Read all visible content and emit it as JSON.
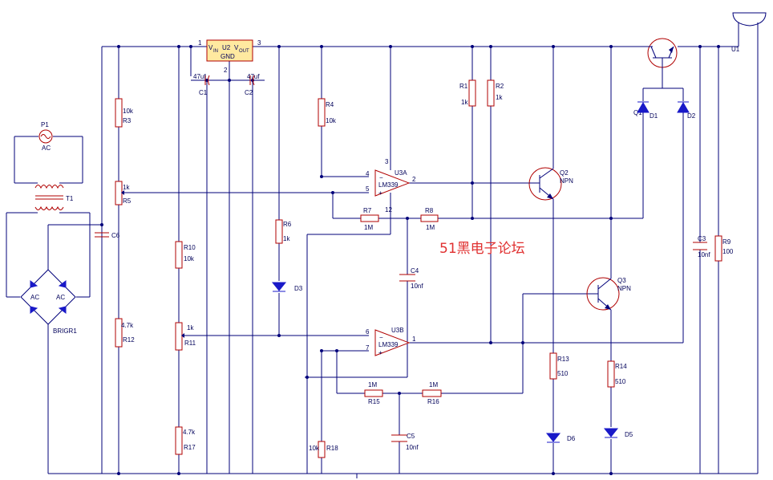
{
  "colors": {
    "wire": "#00007a",
    "part": "#b00000",
    "diode": "#1919c8",
    "ic": "#ffe9a0",
    "watermark": "#e03030"
  },
  "labels": {
    "u2_pin1": "1",
    "u2_pin3": "3",
    "u2_pin2": "2",
    "u2_vin": "V",
    "u2_in_sub": "IN",
    "u2_name": "U2",
    "u2_vout": "V",
    "u2_out_sub": "OUT",
    "u2_gnd": "GND",
    "c1_val": "47uf",
    "c1_ref": "C1",
    "c2_val": "47uf",
    "c2_ref": "C2",
    "p1_ref": "P1",
    "p1_val": "AC",
    "t1_ref": "T1",
    "c6_ref": "C6",
    "br_ac1": "AC",
    "br_ac2": "AC",
    "br_ref": "BRIGR1",
    "r3_val": "10k",
    "r3_ref": "R3",
    "r5_val": "1k",
    "r5_ref": "R5",
    "r12_val": "4.7k",
    "r12_ref": "R12",
    "r10_ref": "R10",
    "r10_val": "10k",
    "r11_val": "1k",
    "r11_ref": "R11",
    "r17_val": "4.7k",
    "r17_ref": "R17",
    "r4_ref": "R4",
    "r4_val": "10k",
    "r6_ref": "R6",
    "r6_val": "1k",
    "d3_ref": "D3",
    "u3a_pin3": "3",
    "u3a_pin4": "4",
    "u3a_pin5": "5",
    "u3a_pin2": "2",
    "u3a_pin12": "12",
    "u3a_ref": "U3A",
    "u3a_part": "LM339",
    "r7_ref": "R7",
    "r7_val": "1M",
    "r8_ref": "R8",
    "r8_val": "1M",
    "c4_ref": "C4",
    "c4_val": "10nf",
    "u3b_pin6": "6",
    "u3b_pin7": "7",
    "u3b_pin1": "1",
    "u3b_ref": "U3B",
    "u3b_part": "LM339",
    "r15_val": "1M",
    "r15_ref": "R15",
    "r16_val": "1M",
    "r16_ref": "R16",
    "c5_ref": "C5",
    "c5_val": "10nf",
    "r18_val": "10k",
    "r18_ref": "R18",
    "r1_ref": "R1",
    "r1_val": "1k",
    "r2_ref": "R2",
    "r2_val": "1k",
    "q2_ref": "Q2",
    "q2_type": "NPN",
    "q3_ref": "Q3",
    "q3_type": "NPN",
    "r13_ref": "R13",
    "r13_val": "510",
    "d6_ref": "D6",
    "r14_ref": "R14",
    "r14_val": "510",
    "d5_ref": "D5",
    "q1_ref": "Q1",
    "d1_ref": "D1",
    "d2_ref": "D2",
    "c3_ref": "C3",
    "c3_val": "10nf",
    "r9_ref": "R9",
    "r9_val": "100",
    "u1_ref": "U1",
    "watermark": "51黑电子论坛"
  }
}
